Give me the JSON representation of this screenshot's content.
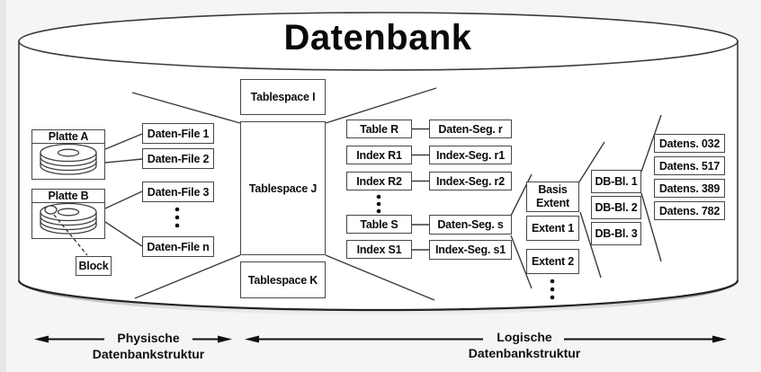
{
  "title": "Datenbank",
  "colors": {
    "background": "#f5f5f6",
    "surface": "#ffffff",
    "box_border": "#474747",
    "line": "#3c3c3c",
    "ink": "#0d0d0d",
    "cylinder_shadow": "#1a1a1a"
  },
  "icons": {
    "disk": "disk-stack-icon",
    "block_marker": "block-marker-icon",
    "ellipsis": "vertical-dots-icon",
    "arrow": "double-headed-arrow-icon"
  },
  "disks": {
    "a": {
      "label": "Platte A"
    },
    "b": {
      "label": "Platte B"
    },
    "block_label": "Block"
  },
  "data_files": [
    "Daten-File 1",
    "Daten-File 2",
    "Daten-File 3",
    "Daten-File n"
  ],
  "tablespaces": [
    "Tablespace I",
    "Tablespace J",
    "Tablespace K"
  ],
  "tables": [
    "Table R",
    "Index R1",
    "Index R2",
    "Table S",
    "Index S1"
  ],
  "segments": [
    "Daten-Seg. r",
    "Index-Seg. r1",
    "Index-Seg. r2",
    "Daten-Seg. s",
    "Index-Seg. s1"
  ],
  "extents": [
    "Basis Extent",
    "Extent 1",
    "Extent 2"
  ],
  "db_blocks": [
    "DB-Bl. 1",
    "DB-Bl. 2",
    "DB-Bl. 3"
  ],
  "records": [
    "Datens. 032",
    "Datens. 517",
    "Datens. 389",
    "Datens. 782"
  ],
  "legend": {
    "physical": {
      "line1": "Physische",
      "line2": "Datenbankstruktur"
    },
    "logical": {
      "line1": "Logische",
      "line2": "Datenbankstruktur"
    }
  }
}
